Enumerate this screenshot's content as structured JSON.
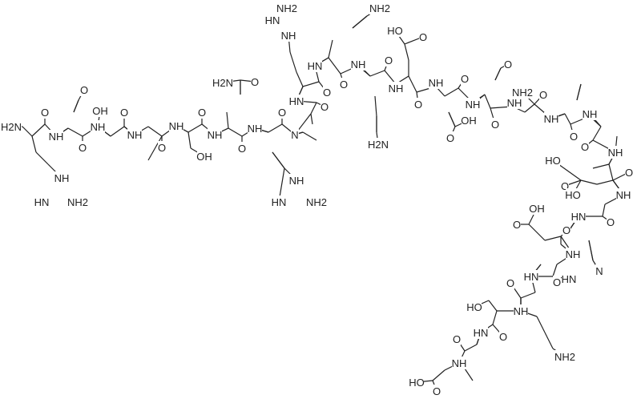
{
  "title": "Peptide structure",
  "colors": {
    "bond": "#222222",
    "background": "#ffffff"
  },
  "atom_labels": [
    "H2N",
    "O",
    "NH",
    "NH",
    "HN",
    "NH2",
    "O",
    "OH",
    "O",
    "NH",
    "O",
    "NH",
    "O",
    "NH",
    "OH",
    "O",
    "H2N",
    "O",
    "NH",
    "O",
    "NH",
    "O",
    "NH",
    "HN",
    "NH2",
    "N",
    "NH2",
    "HN",
    "NH",
    "HN",
    "O",
    "O",
    "HN",
    "NH2",
    "O",
    "NH",
    "O",
    "H2N",
    "NH",
    "HO",
    "O",
    "O",
    "NH",
    "O",
    "OH",
    "O",
    "NH",
    "O",
    "NH2",
    "O",
    "NH",
    "O",
    "NH",
    "O",
    "NH",
    "O",
    "NH",
    "HO",
    "O",
    "O",
    "HO",
    "NH",
    "HN",
    "O",
    "OH",
    "O",
    "O",
    "NH",
    "N",
    "HN",
    "HN",
    "O",
    "O",
    "HO",
    "NH",
    "HN",
    "O",
    "NH2",
    "O",
    "NH",
    "HO",
    "O"
  ]
}
